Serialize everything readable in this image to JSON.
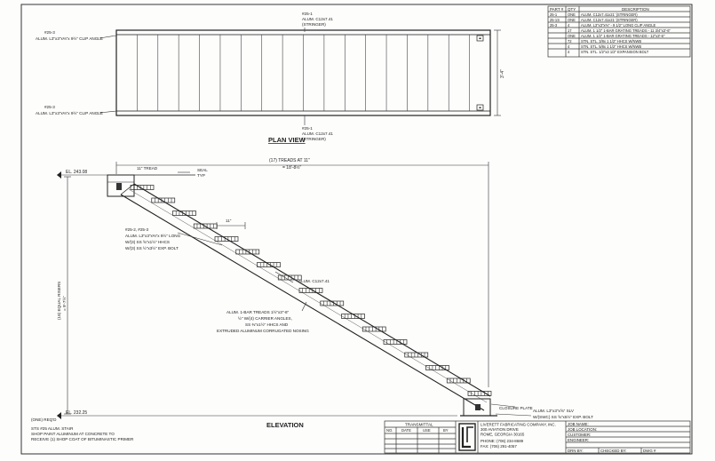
{
  "views": {
    "plan_title": "PLAN VIEW",
    "elevation_title": "ELEVATION"
  },
  "plan_notes": {
    "top_part": "#25-1",
    "top_part_desc": "ALUM. C12x7.41",
    "top_part_sub": "(STRINGER)",
    "clip_angle_top": "ALUM. L3\"x3\"x⅔\"x 9½\" CLIP ANGLE",
    "clip_part_top": "#25-3",
    "clip_angle_bottom": "ALUM. L3\"x3\"x⅔\"x 9½\" CLIP ANGLE",
    "clip_part_bottom": "#25-3",
    "bottom_part": "#25-1",
    "bottom_part_desc": "ALUM. C12x7.41",
    "bottom_part_sub": "(STRINGER)",
    "width_dim": "3'-4\""
  },
  "elevation_notes": {
    "treads_dim": "(17) TREADS AT 11\"",
    "treads_total": "= 18'-8½\"",
    "tread_label": "11\" TREAD",
    "seal_label": "SEAL",
    "seal_sub": "TYP",
    "el_top": "EL. 243.08",
    "el_bottom": "EL. 232.25",
    "risers": "(18) EQUAL RISERS",
    "risers_total": "= 9'-7½\"",
    "clip_note_1": "#25-2, #25-3",
    "clip_note_2": "ALUM. L3\"x3\"x⅔\"x 9½\" LONG",
    "clip_note_3": "W/(3) SS ⅝\"x1½\" HHCS",
    "clip_note_4": "W/(3) SS ½\"x3½\" EXP. BOLT",
    "dim_11": "11\"",
    "stringer_note": "ALUM. C12x7.41",
    "tread_note_1": "ALUM. 1-BAR TREADS 1½\"x3\"-6\"",
    "tread_note_2": "½\" W/(4) CARRIER ANGLES,",
    "tread_note_3": "SS ⅜\"x1½\" HHCS AND",
    "tread_note_4": "EXTRUDED ALUMINUM CORRUGATED NOSING",
    "closure": "CLOSURE PLATE",
    "base_note_1": "ALUM. L3\"x3\"x⅝\" SLV",
    "base_note_2": "W/(SWC) SS ⅝\"x5½\" EXP. BOLT"
  },
  "general_notes": {
    "header": "(ONE) REQ'D",
    "line1": "STS #25 ALUM. STAIR",
    "line2": "SHOP PAINT ALUMINUM AT CONCRETE TO",
    "line3": "RECEIVE (1) SHOP COAT OF BITUMINASTIC PRIMER"
  },
  "bom": {
    "headers": [
      "PART #",
      "QTY",
      "DESCRIPTION"
    ],
    "rows": [
      [
        "25-1",
        "ONE",
        "ALUM. C12x7.41x21' (STRINGER)"
      ],
      [
        "25-1S",
        "ONE",
        "ALUM. C12x7.41x21' (STRINGER)"
      ],
      [
        "25-3",
        "4",
        "ALUM. L3\"x3\"x⅔\" - 9 1/2\" LONG CLIP ANGLE"
      ],
      [
        "",
        "17",
        "ALUM. 1 1/2\" 1-BAR GRATING TREADS - 11 3/4\"x3'-6\""
      ],
      [
        "",
        "ONE",
        "ALUM. 1 1/2\" 1-BAR GRATING TREADS - 12\"x3'-6\""
      ],
      [
        "",
        "72",
        "STN. STL. 3/8x 1 1/2\" HHCS W/NWB"
      ],
      [
        "",
        "4",
        "STN. STL. 5/8x 1 1/2\" HHCS W/NWB"
      ],
      [
        "",
        "4",
        "STN. STL. 1/2\"x3 1/2\" EXPANSION BOLT"
      ]
    ]
  },
  "transmittal": {
    "title": "TRANSMITTAL",
    "col_no": "NO.",
    "col_date": "DATE",
    "col_use": "USE",
    "col_by": "BY"
  },
  "company": {
    "name": "LIVERETT FABRICATING COMPANY, INC.",
    "address": "300 AVIATION DRIVE",
    "city": "ROME, GEORGIA 30165",
    "phone": "PHONE: (706) 234-8689",
    "fax": "FAX:   (706) 291-4057"
  },
  "title_block": {
    "job_name": "JOB NAME:",
    "job_location": "JOB LOCATION:",
    "customer": "CUSTOMER:",
    "engineer": "ENGINEER:",
    "drn_by": "DRN BY:",
    "checked_by": "CHECKED BY:",
    "dwg": "DWG #"
  }
}
